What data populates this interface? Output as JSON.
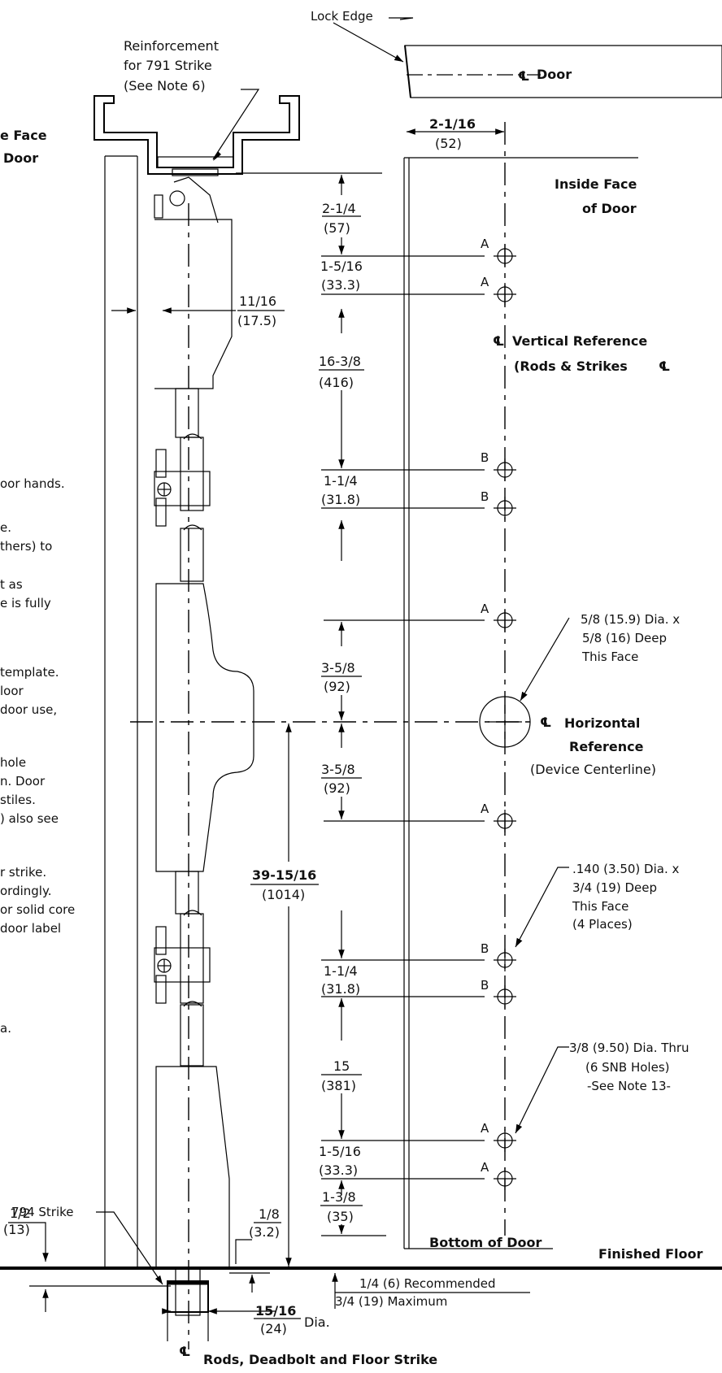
{
  "labels": {
    "lock_edge": "Lock Edge",
    "reinforcement_l1": "Reinforcement",
    "reinforcement_l2": "for 791 Strike",
    "reinforcement_l3": "(See Note 6)",
    "door_cl": "Door",
    "outside_face_l1": "e Face",
    "outside_face_l2": "Door",
    "inside_face_l1": "Inside Face",
    "inside_face_l2": "of Door",
    "vref_l1": "Vertical Reference",
    "vref_l2": "(Rods & Strikes",
    "hole_big_l1": "5/8 (15.9) Dia. x",
    "hole_big_l2": "5/8 (16) Deep",
    "hole_big_l3": "This Face",
    "href_l1": "Horizontal",
    "href_l2": "Reference",
    "href_l3": "(Device Centerline)",
    "hole_small_l1": ".140 (3.50) Dia. x",
    "hole_small_l2": "3/4 (19) Deep",
    "hole_small_l3": "This Face",
    "hole_small_l4": "(4 Places)",
    "hole_thru_l1": "3/8 (9.50) Dia. Thru",
    "hole_thru_l2": "(6 SNB Holes)",
    "hole_thru_l3": "-See Note 13-",
    "strike_794": "794 Strike",
    "bottom_of_door": "Bottom of Door",
    "finished_floor": "Finished Floor",
    "gap_rec": "1/4 (6) Recommended",
    "gap_max": "3/4 (19) Maximum",
    "dia": "Dia.",
    "rods_label": "Rods, Deadbolt and Floor Strike",
    "hole_A": "A",
    "hole_B": "B"
  },
  "notes_fragments": [
    "oor hands.",
    "e.",
    "thers) to",
    "t as",
    "e is fully",
    "template.",
    "loor",
    " door use,",
    "hole",
    "n. Door",
    "stiles.",
    ") also see",
    "r strike.",
    "ordingly.",
    "or solid core",
    " door label",
    "a."
  ],
  "dims": {
    "d_2_1_16": "2-1/16",
    "d_52": "(52)",
    "d_2_1_4": "2-1/4",
    "d_57": "(57)",
    "d_1_5_16a": "1-5/16",
    "d_33_3a": "(33.3)",
    "d_11_16": "11/16",
    "d_17_5": "(17.5)",
    "d_16_3_8": "16-3/8",
    "d_416": "(416)",
    "d_1_1_4a": "1-1/4",
    "d_31_8a": "(31.8)",
    "d_3_5_8a": "3-5/8",
    "d_92a": "(92)",
    "d_3_5_8b": "3-5/8",
    "d_92b": "(92)",
    "d_39": "39-15/16",
    "d_1014": "(1014)",
    "d_1_1_4b": "1-1/4",
    "d_31_8b": "(31.8)",
    "d_15": "15",
    "d_381": "(381)",
    "d_1_5_16b": "1-5/16",
    "d_33_3b": "(33.3)",
    "d_1_3_8": "1-3/8",
    "d_35": "(35)",
    "d_1_2": "1/2",
    "d_13": "(13)",
    "d_1_8": "1/8",
    "d_3_2": "(3.2)",
    "d_15_16": "15/16",
    "d_24": "(24)"
  }
}
